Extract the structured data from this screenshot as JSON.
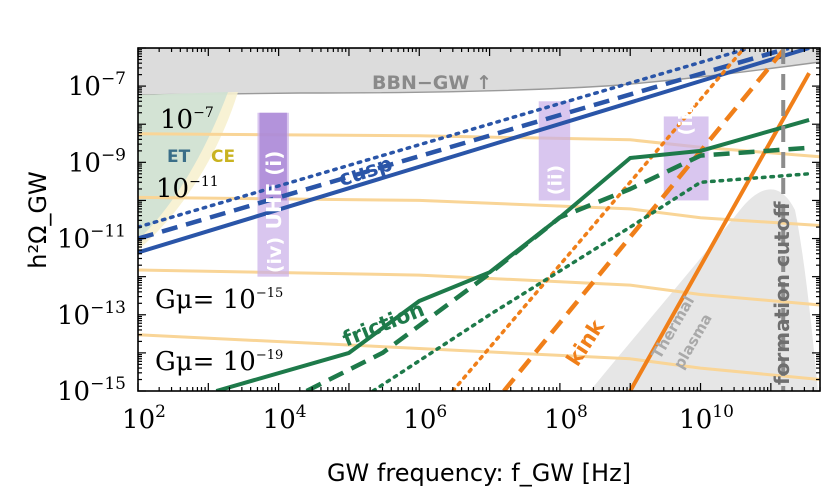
{
  "chart_data": {
    "type": "line",
    "xlabel": "GW frequency: f_GW [Hz]",
    "ylabel": "h²Ω_GW",
    "xscale": "log",
    "yscale": "log",
    "xlim": [
      100,
      500000000000.0
    ],
    "ylim": [
      1e-15,
      1e-06
    ],
    "x_ticks": [
      {
        "value": 100,
        "base": "10",
        "exp": "2"
      },
      {
        "value": 10000,
        "base": "10",
        "exp": "4"
      },
      {
        "value": 1000000,
        "base": "10",
        "exp": "6"
      },
      {
        "value": 100000000,
        "base": "10",
        "exp": "8"
      },
      {
        "value": 10000000000,
        "base": "10",
        "exp": "10"
      }
    ],
    "y_ticks": [
      {
        "value": 1e-07,
        "base": "10",
        "exp": "−7"
      },
      {
        "value": 1e-09,
        "base": "10",
        "exp": "−9"
      },
      {
        "value": 1e-11,
        "base": "10",
        "exp": "−11"
      },
      {
        "value": 1e-13,
        "base": "10",
        "exp": "−13"
      },
      {
        "value": 1e-15,
        "base": "10",
        "exp": "−15"
      }
    ],
    "series": [
      {
        "name": "cusp",
        "color": "#2a55a8",
        "style": "solid",
        "points": [
          [
            100,
            4.3e-12
          ],
          [
            350000000000.0,
            1e-06
          ]
        ]
      },
      {
        "name": "cusp",
        "color": "#2a55a8",
        "style": "dashed",
        "points": [
          [
            100,
            1e-11
          ],
          [
            180000000000.0,
            1e-06
          ]
        ]
      },
      {
        "name": "cusp",
        "color": "#2a55a8",
        "style": "dotted",
        "points": [
          [
            100,
            2e-11
          ],
          [
            50000000000.0,
            1e-06
          ]
        ]
      },
      {
        "name": "kink",
        "color": "#f07f19",
        "style": "solid",
        "points": [
          [
            1000000000.0,
            1e-15
          ],
          [
            350000000000.0,
            2.2e-07
          ]
        ]
      },
      {
        "name": "kink",
        "color": "#f07f19",
        "style": "dashed",
        "points": [
          [
            16000000.0,
            1e-15
          ],
          [
            160000000000.0,
            1e-06
          ]
        ]
      },
      {
        "name": "kink",
        "color": "#f07f19",
        "style": "dotted",
        "points": [
          [
            3000000.0,
            1e-15
          ],
          [
            200000000000.0,
            3e-05
          ]
        ]
      },
      {
        "name": "friction",
        "color": "#1e7a4a",
        "style": "solid",
        "points": [
          [
            1300,
            1e-15
          ],
          [
            100000.0,
            1e-14
          ],
          [
            1000000.0,
            2.3e-13
          ],
          [
            10000000.0,
            1.3e-12
          ],
          [
            100000000.0,
            3.6e-11
          ],
          [
            1000000000.0,
            1.3e-09
          ],
          [
            10000000000.0,
            2e-09
          ],
          [
            350000000000.0,
            1.3e-08
          ]
        ]
      },
      {
        "name": "friction",
        "color": "#1e7a4a",
        "style": "dashed",
        "points": [
          [
            25000.0,
            1e-15
          ],
          [
            300000.0,
            1e-14
          ],
          [
            10000000.0,
            1.2e-12
          ],
          [
            100000000.0,
            3.6e-11
          ],
          [
            1000000000.0,
            2e-10
          ],
          [
            10000000000.0,
            1.5e-09
          ],
          [
            350000000000.0,
            2.4e-09
          ]
        ]
      },
      {
        "name": "friction",
        "color": "#1e7a4a",
        "style": "dotted",
        "points": [
          [
            220000.0,
            1e-15
          ],
          [
            10000000.0,
            1e-13
          ],
          [
            1000000000.0,
            2e-11
          ],
          [
            10000000000.0,
            3e-10
          ],
          [
            350000000000.0,
            5e-10
          ]
        ]
      }
    ],
    "background_lines": [
      {
        "color": "#f9d597",
        "points": [
          [
            100,
            5.6e-09
          ],
          [
            1000000.0,
            5e-09
          ],
          [
            1000000000.0,
            3.9e-09
          ],
          [
            10000000000.0,
            2.5e-09
          ],
          [
            500000000000.0,
            1.4e-09
          ]
        ]
      },
      {
        "color": "#f9d597",
        "points": [
          [
            100,
            1.2e-10
          ],
          [
            1000000.0,
            1e-10
          ],
          [
            1000000000.0,
            6e-11
          ],
          [
            10000000000.0,
            3.5e-11
          ],
          [
            500000000000.0,
            2.2e-11
          ]
        ]
      },
      {
        "color": "#f9d597",
        "points": [
          [
            100,
            1.5e-12
          ],
          [
            1000000.0,
            1.1e-12
          ],
          [
            1000000000.0,
            6e-13
          ],
          [
            10000000000.0,
            3.4e-13
          ],
          [
            500000000000.0,
            1.8e-13
          ]
        ]
      },
      {
        "color": "#f9d597",
        "points": [
          [
            100,
            3e-14
          ],
          [
            1000000.0,
            1.3e-14
          ],
          [
            1000000000.0,
            7e-15
          ],
          [
            10000000000.0,
            4e-15
          ],
          [
            500000000000.0,
            2e-15
          ]
        ]
      }
    ],
    "bands": [
      {
        "label": "UHF (i)",
        "x": [
          5000.0,
          14000.0
        ],
        "y": [
          1e-12,
          2e-08
        ]
      },
      {
        "label": "(iv)",
        "x": [
          5000.0,
          14000.0
        ],
        "y": [
          1e-12,
          2e-08
        ]
      },
      {
        "label": "(ii)",
        "x": [
          50000000.0,
          140000000.0
        ],
        "y": [
          1e-10,
          4e-08
        ]
      },
      {
        "label": "(iii)",
        "x": [
          3000000000.0,
          13000000000.0
        ],
        "y": [
          1e-10,
          1.6e-08
        ]
      }
    ],
    "cutoff_x": 150000000000.0,
    "annotations": {
      "bbn": "BBN−GW ↑",
      "cusp": "cusp",
      "kink": "kink",
      "friction": "friction",
      "formation_cutoff": "formation cutoff",
      "thermal": "Thermal",
      "plasma": "plasma",
      "et": "ET",
      "ce": "CE",
      "g7_base": "10",
      "g7_exp": "−7",
      "g11_base": "10",
      "g11_exp": "−11",
      "g15_pre": "Gμ= 10",
      "g15_exp": "−15",
      "g19_pre": "Gμ= 10",
      "g19_exp": "−19"
    }
  }
}
